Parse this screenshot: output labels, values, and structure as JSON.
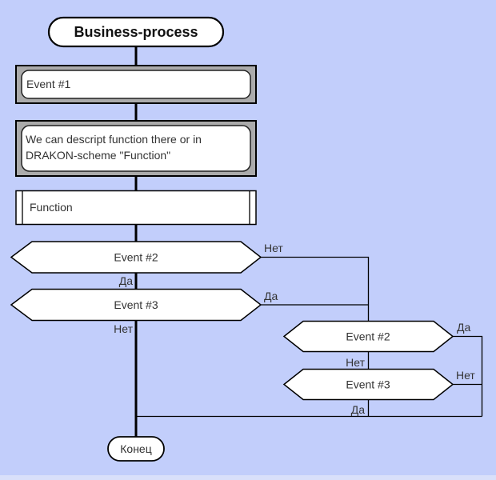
{
  "diagram": {
    "start": {
      "label": "Business-process"
    },
    "event1": {
      "label": "Event #1"
    },
    "comment": {
      "line1": "We can descript function there or in",
      "line2": "DRAKON-scheme \"Function\""
    },
    "function": {
      "label": "Function"
    },
    "left_branch": {
      "question1": "Event #2",
      "question1_right_label": "Нет",
      "question1_down_label": "Да",
      "question2": "Event #3",
      "question2_right_label": "Да",
      "question2_down_label": "Нет"
    },
    "right_branch": {
      "question1": "Event #2",
      "question1_right_label": "Да",
      "question1_down_label": "Нет",
      "question2": "Event #3",
      "question2_right_label": "Нет",
      "question2_down_label": "Да"
    },
    "end": {
      "label": "Конец"
    },
    "colors": {
      "background": "#c2cefb",
      "frame_gray": "#ababab",
      "shape_fill": "#ffffff",
      "line": "#000000",
      "text": "#333333"
    }
  }
}
